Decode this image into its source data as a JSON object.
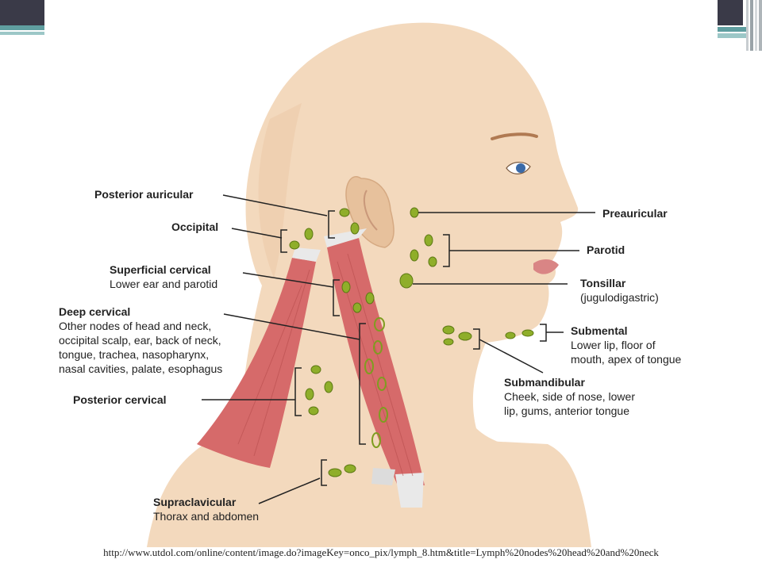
{
  "labels": {
    "posterior_auricular": {
      "title": "Posterior auricular"
    },
    "occipital": {
      "title": "Occipital"
    },
    "superficial_cervical": {
      "title": "Superficial cervical",
      "desc": [
        "Lower ear and parotid"
      ]
    },
    "deep_cervical": {
      "title": "Deep cervical",
      "desc": [
        "Other nodes of head and neck,",
        "occipital scalp, ear, back of neck,",
        "tongue, trachea, nasopharynx,",
        "nasal cavities, palate, esophagus"
      ]
    },
    "posterior_cervical": {
      "title": "Posterior cervical"
    },
    "supraclavicular": {
      "title": "Supraclavicular",
      "desc": [
        "Thorax and abdomen"
      ]
    },
    "preauricular": {
      "title": "Preauricular"
    },
    "parotid": {
      "title": "Parotid"
    },
    "tonsillar": {
      "title": "Tonsillar",
      "desc": [
        "(jugulodigastric)"
      ]
    },
    "submental": {
      "title": "Submental",
      "desc": [
        "Lower lip, floor of",
        "mouth, apex of tongue"
      ]
    },
    "submandibular": {
      "title": "Submandibular",
      "desc": [
        "Cheek, side of nose, lower",
        "lip, gums, anterior tongue"
      ]
    }
  },
  "source_url": "http://www.utdol.com/online/content/image.do?imageKey=onco_pix/lymph_8.htm&title=Lymph%20nodes%20head%20and%20neck",
  "colors": {
    "skin": "#f3d9bd",
    "skin_shadow": "#e5c3a1",
    "muscle": "#d66a6a",
    "node": "#8fae2a",
    "node_outline": "#5e7a14",
    "line": "#222222",
    "corner_dark": "#3a3a48",
    "corner_teal": "#5f9ea0"
  }
}
